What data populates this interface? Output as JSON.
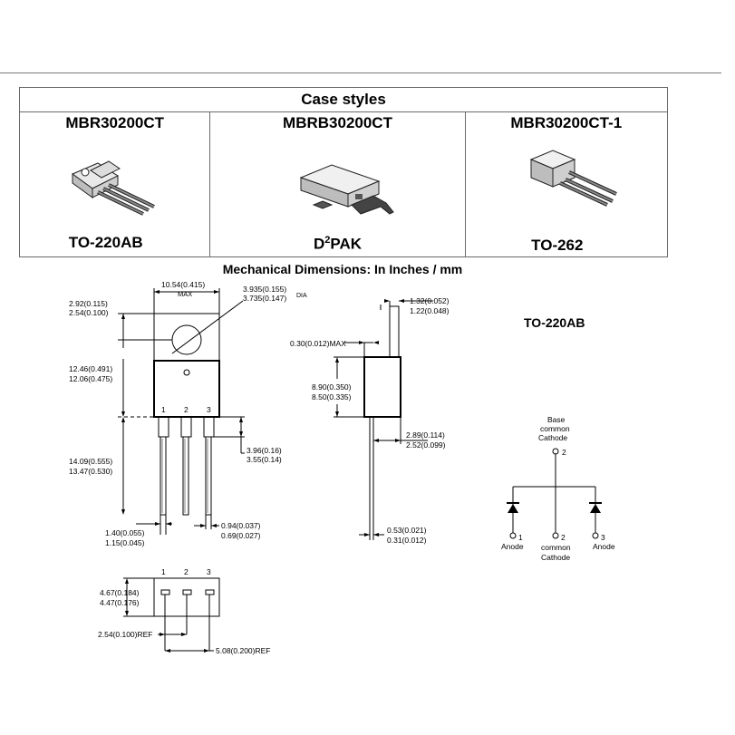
{
  "case_styles": {
    "header": "Case styles",
    "columns": [
      {
        "part": "MBR30200CT",
        "package": "TO-220AB",
        "icon": "to220ab-package-icon"
      },
      {
        "part": "MBRB30200CT",
        "package_main": "D",
        "package_sup": "2",
        "package_tail": "PAK",
        "icon": "d2pak-package-icon"
      },
      {
        "part": "MBR30200CT-1",
        "package": "TO-262",
        "icon": "to262-package-icon"
      }
    ]
  },
  "mechanical": {
    "title": "Mechanical Dimensions: In Inches / mm",
    "package_label": "TO-220AB",
    "front": {
      "width_a": "10.54(0.415)",
      "width_b": "MAX",
      "hole_a": "3.935(0.155)",
      "hole_b": "3.735(0.147)",
      "hole_c": "DIA",
      "tab_a": "2.92(0.115)",
      "tab_b": "2.54(0.100)",
      "body_a": "12.46(0.491)",
      "body_b": "12.06(0.475)",
      "lead_a": "14.09(0.555)",
      "lead_b": "13.47(0.530)",
      "shoulder_a": "3.96(0.16)",
      "shoulder_b": "3.55(0.14)",
      "pinw_a": "1.40(0.055)",
      "pinw_b": "1.15(0.045)",
      "pint_a": "0.94(0.037)",
      "pint_b": "0.69(0.027)",
      "pin1": "1",
      "pin2": "2",
      "pin3": "3"
    },
    "side": {
      "tab_a": "1.32(0.052)",
      "tab_b": "1.22(0.048)",
      "gap": "0.30(0.012)MAX",
      "body_a": "8.90(0.350)",
      "body_b": "8.50(0.335)",
      "offset_a": "2.89(0.114)",
      "offset_b": "2.52(0.099)",
      "lead_a": "0.53(0.021)",
      "lead_b": "0.31(0.012)"
    },
    "bottom": {
      "depth_a": "4.67(0.184)",
      "depth_b": "4.47(0.176)",
      "pitch": "2.54(0.100)REF",
      "span": "5.08(0.200)REF",
      "pin1": "1",
      "pin2": "2",
      "pin3": "3"
    },
    "schematic": {
      "base_1": "Base",
      "base_2": "common",
      "base_3": "Cathode",
      "top_pin": "2",
      "pin1_num": "1",
      "pin1_label": "Anode",
      "pin2_num": "2",
      "pin2_label_1": "common",
      "pin2_label_2": "Cathode",
      "pin3_num": "3",
      "pin3_label": "Anode"
    }
  }
}
